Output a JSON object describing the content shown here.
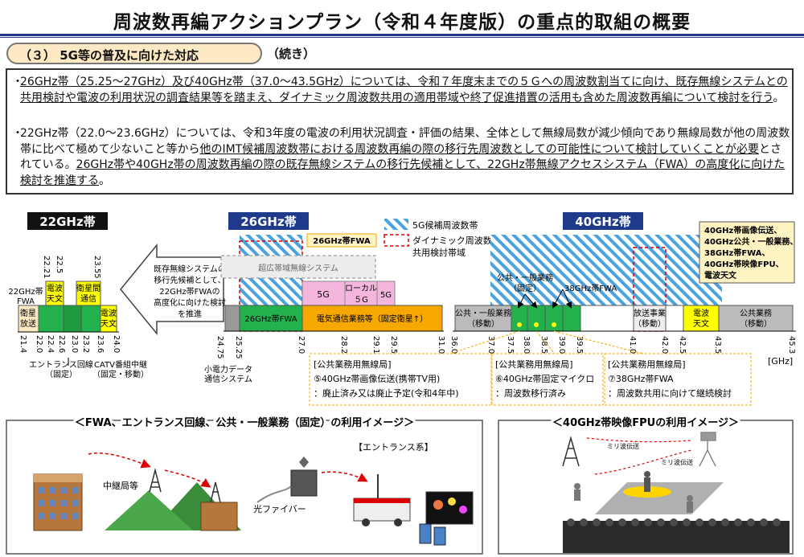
{
  "title": "周波数再編アクションプラン（令和４年度版）の重点的取組の概要",
  "section": {
    "label": "（３） 5G等の普及に向けた対応",
    "cont": "（続き）"
  },
  "para1": {
    "a": "26GHz帯（25.25～27GHz）及び40GHz帯（37.0～43.5GHz）については、令和７年度末までの５Ｇへの周波数割当てに向け、既存無線システムとの共用検討や電波の利用状況の調査結果等を踏まえ、",
    "b": "ダイナミック周波数共用の適用帯域や終了促進措置の活用も含めた周波数再編について検討を行う",
    "c": "。"
  },
  "para2": {
    "a": "22GHz帯（22.0～23.6GHz）については、令和3年度の電波の利用状況調査・評価の結果、全体として無線局数が減少傾向であり無線局数が他の周波数帯に比べて極めて少ないこと等から",
    "b": "他のIMT候補周波数帯における周波数再編の際の移行先周波数としての可能性について検討していくことが必要",
    "c": "とされている。",
    "d": "26GHz帯や40GHz帯の周波数再編の際の既存無線システムの移行先候補として、22GHz帯無線アクセスシステム（FWA）の高度化に向けた検討を推進する",
    "e": "。"
  },
  "bands": {
    "b22": "22GHz帯",
    "b26": "26GHz帯",
    "b40": "40GHz帯"
  },
  "legend": {
    "cand": "5G候補周波数帯",
    "dyn1": "ダイナミック周波数",
    "dyn2": "共用検討帯域"
  },
  "b22": {
    "fwa1": "22GHz帯",
    "fwa2": "FWA",
    "sat1": "衛星",
    "sat2": "放送",
    "denpa1": "電波",
    "denpa2": "天文",
    "esei1": "衛星間",
    "esei2": "通信",
    "denpa3": "電波",
    "denpa4": "天文",
    "ticks": [
      "21.4",
      "22.0",
      "22.4",
      "22.6",
      "23.0",
      "23.2",
      "23.6",
      "24.0"
    ],
    "ticksTop": [
      "22.21",
      "22.5",
      "23.55"
    ],
    "ent1": "エントランス回線",
    "ent2": "（固定）",
    "catv1": "CATV番組中継",
    "catv2": "（固定・移動）"
  },
  "arrowText": [
    "既存無線システムの",
    "移行先候補として、",
    "22GHz帯FWAの",
    "高度化に向けた検討",
    "を推進"
  ],
  "b26": {
    "fwaTag": "26GHz帯FWA",
    "uwb": "超広帯域無線システム",
    "g5a": "5G",
    "local1": "ローカル",
    "local2": "５G",
    "g5b": "5G",
    "fwa": "26GHz帯FWA",
    "sat": "電気通信業務等（固定衛星↑）",
    "ticks": [
      "24.75",
      "25.25",
      "27.0",
      "28.2",
      "29.1",
      "29.5",
      "31.0"
    ],
    "kogata1": "小電力データ",
    "kogata2": "通信システム"
  },
  "b40": {
    "pub1": "公共・一般業務",
    "pub2": "（移動）",
    "pubfix1": "公共・一般業務",
    "pubfix2": "（固定）",
    "fwa38": "38GHz帯FWA",
    "hoso1": "放送事業",
    "hoso2": "（移動）",
    "denpa1": "電波",
    "denpa2": "天文",
    "pub3": "公共業務",
    "pub4": "（移動）",
    "ticks": [
      "36.0",
      "37.0",
      "37.5",
      "38.0",
      "38.5",
      "39.0",
      "39.5",
      "41.0",
      "42.0",
      "42.5",
      "43.5",
      "45.3"
    ],
    "unit": "[GHz]",
    "note": [
      "40GHz帯画像伝送、",
      "40GHz公共・一般業務、",
      "38GHz帯FWA、",
      "40GHz帯映像FPU、",
      "電波天文"
    ]
  },
  "info": [
    {
      "h": "[公共業務用無線局]",
      "t1": "⑤40GHz帯画像伝送(携帯TV用)",
      "t2": "：廃止済み又は廃止予定(令和4年中)"
    },
    {
      "h": "[公共業務用無線局]",
      "t1": "⑥40GHz帯固定マイクロ",
      "t2": "：周波数移行済み"
    },
    {
      "h": "[公共業務用無線局]",
      "t1": "⑦38GHz帯FWA",
      "t2": "：周波数共用に向けて継続検討"
    }
  ],
  "img1": {
    "title": "＜FWA、エントランス回線、公共・一般業務（固定）の利用イメージ＞",
    "relay": "中継局等",
    "ent": "【エントランス系】",
    "fiber": "光ファイバー"
  },
  "img2": {
    "title": "＜40GHz帯映像FPUの利用イメージ＞",
    "mw1": "ミリ波伝送",
    "mw2": "ミリ波伝送"
  },
  "colors": {
    "accent": "#1f3a8a",
    "green": "#22b14c",
    "orange": "#f6a800",
    "yellow": "#ffff00",
    "pink": "#f4b6dc",
    "hatch": "#4aa3df"
  }
}
